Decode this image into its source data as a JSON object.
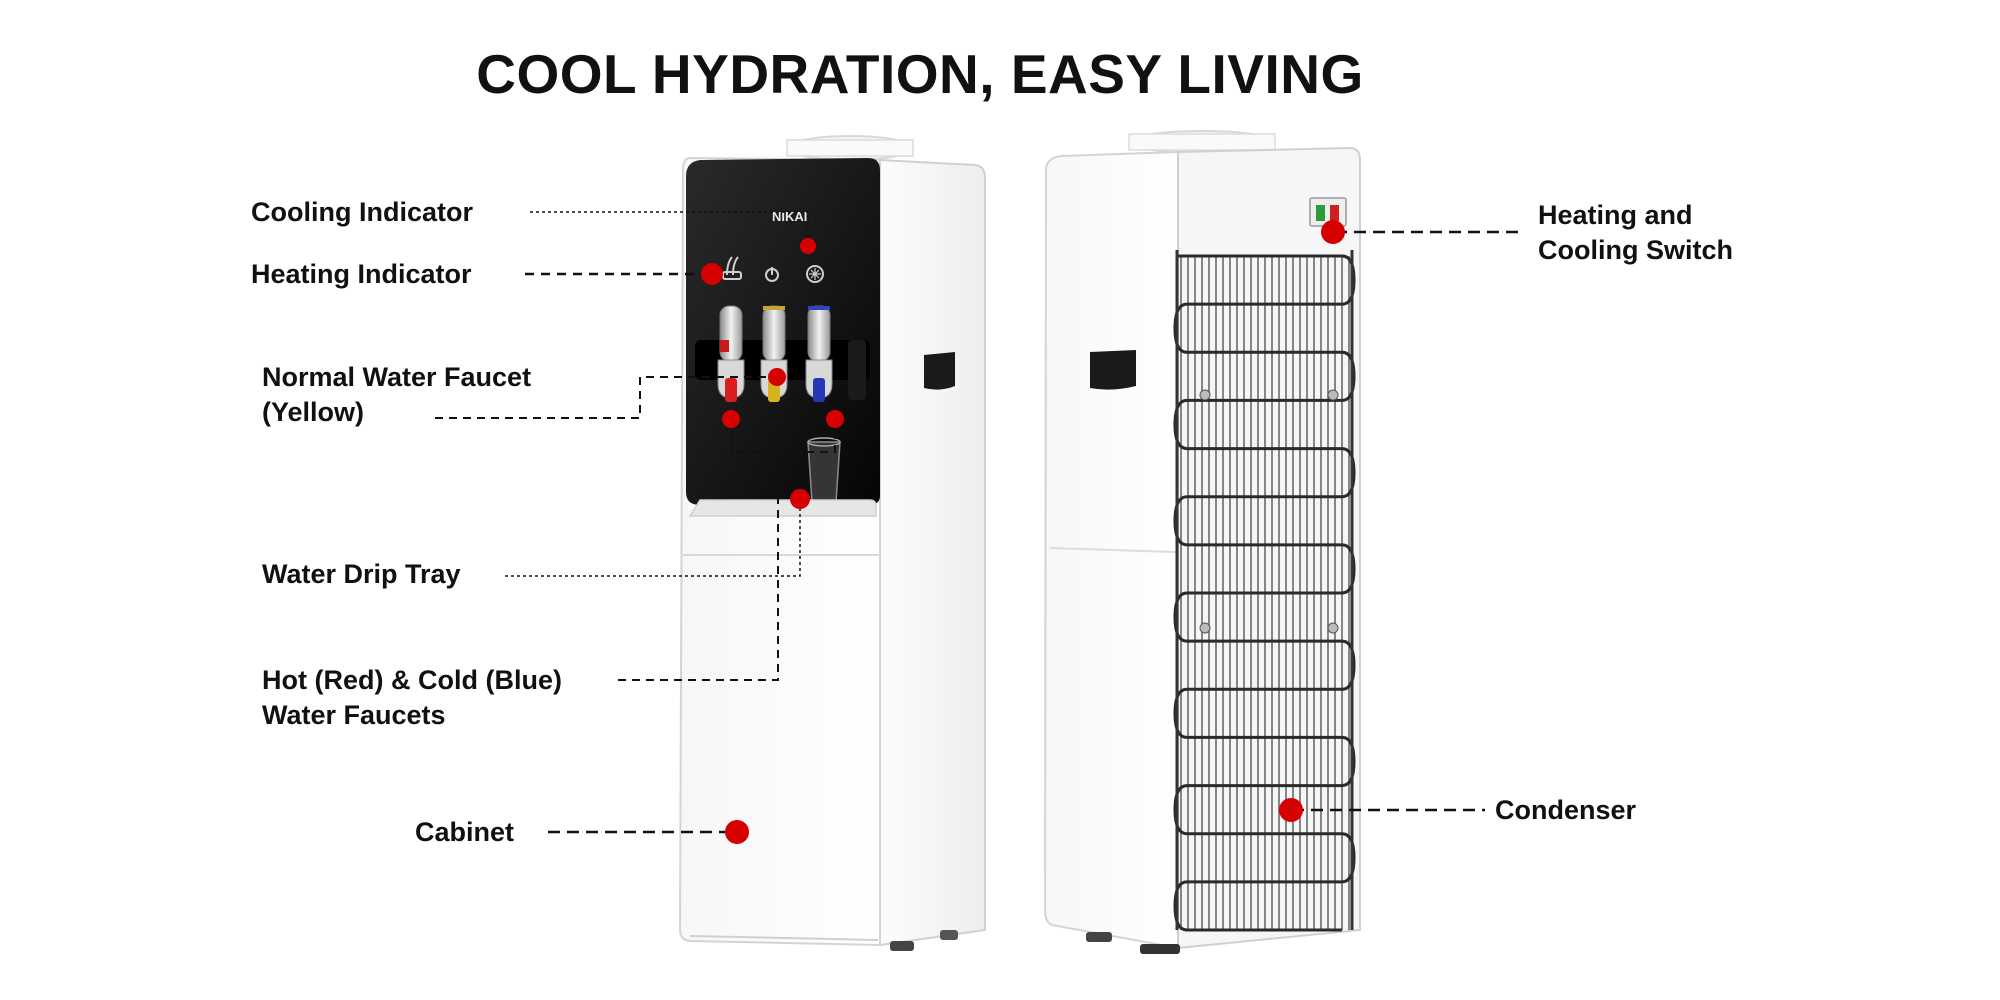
{
  "title": "COOL HYDRATION, EASY LIVING",
  "brand": "NIKAI",
  "labels": {
    "cooling_indicator": "Cooling Indicator",
    "heating_indicator": "Heating Indicator",
    "normal_faucet": [
      "Normal Water Faucet",
      "(Yellow)"
    ],
    "drip_tray": "Water Drip Tray",
    "hot_cold_faucets": [
      "Hot (Red) & Cold (Blue)",
      "Water Faucets"
    ],
    "cabinet": "Cabinet",
    "heating_cooling_switch": [
      "Heating and",
      "Cooling Switch"
    ],
    "condenser": "Condenser"
  },
  "colors": {
    "marker": "#d60000",
    "panel": "#111111",
    "body": "#ffffff",
    "outline": "#d4d4d4",
    "coil": "#2a2a2a",
    "hot": "#d81e1e",
    "normal": "#d8b21c",
    "cold": "#2438b8"
  }
}
